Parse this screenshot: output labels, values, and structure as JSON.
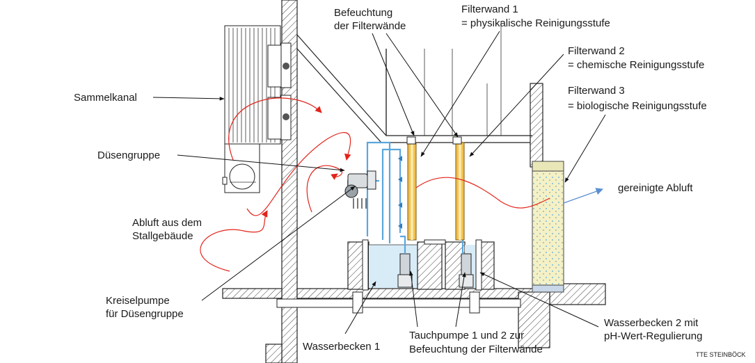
{
  "labels": {
    "befeuchtung": [
      "Befeuchtung",
      "der Filterwände"
    ],
    "filterwand1": [
      "Filterwand 1",
      "= physikalische Reinigungsstufe"
    ],
    "filterwand2": [
      "Filterwand 2",
      "= chemische Reinigungsstufe"
    ],
    "filterwand3": [
      "Filterwand 3",
      "= biologische Reinigungsstufe"
    ],
    "sammelkanal": "Sammelkanal",
    "duesengruppe": "Düsengruppe",
    "gereinigte_abluft": "gereinigte Abluft",
    "abluft": [
      "Abluft aus dem",
      "Stallgebäude"
    ],
    "kreiselpumpe": [
      "Kreiselpumpe",
      "für Düsengruppe"
    ],
    "wasserbecken1": "Wasserbecken 1",
    "tauchpumpe": [
      "Tauchpumpe 1 und 2 zur",
      "Befeuchtung der Filterwände"
    ],
    "wasserbecken2": [
      "Wasserbecken 2 mit",
      "pH-Wert-Regulierung"
    ]
  },
  "credit": "TTE STEINBÖCK",
  "colors": {
    "airflow": "#e2231a",
    "clean_air": "#5b8fd0",
    "water_pipe": "#5aa7dc",
    "filter_media": "#f2c14e",
    "bio_media": "#f4f1c6",
    "water": "#d8ecf8"
  }
}
